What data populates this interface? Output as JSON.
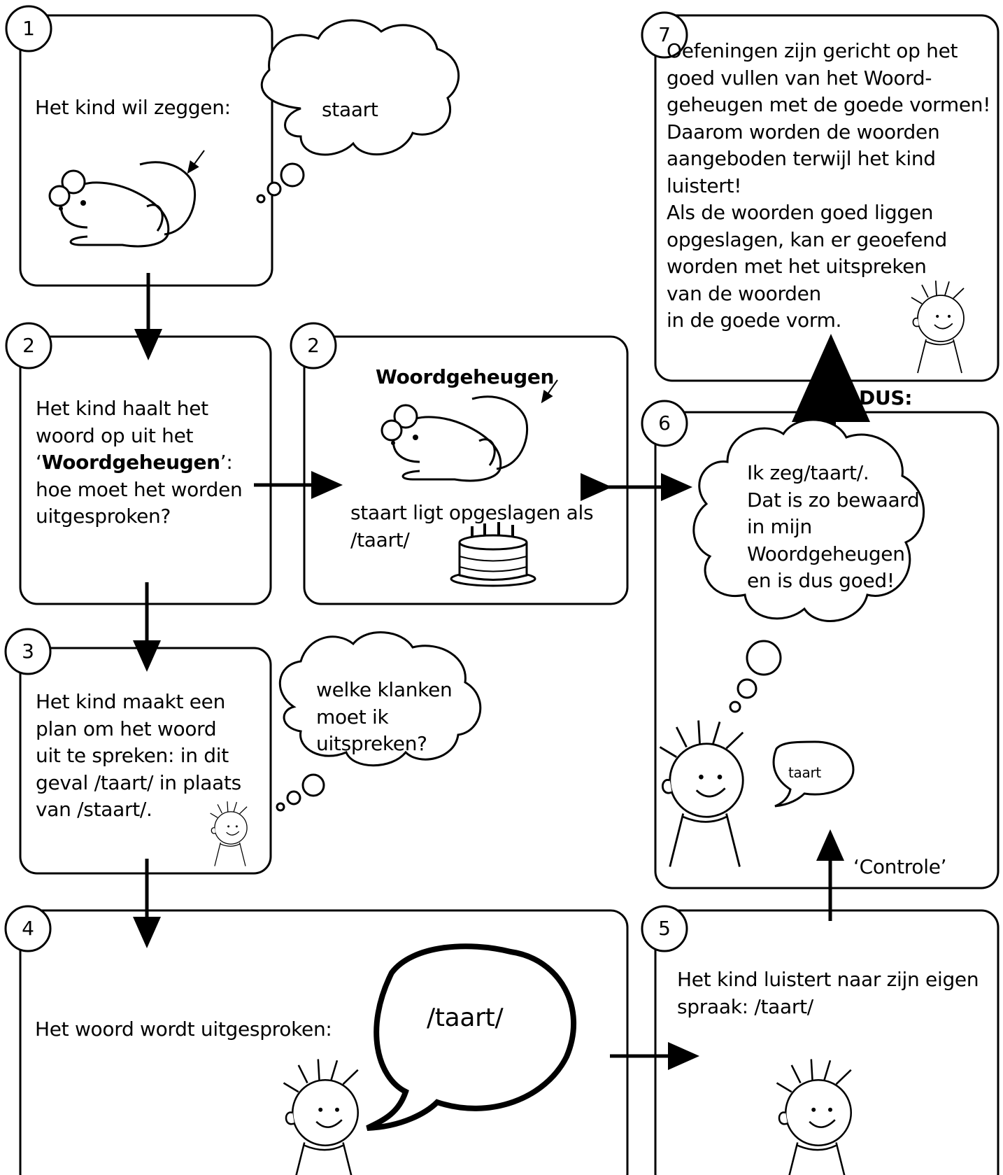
{
  "steps": {
    "s1": {
      "number": "1",
      "text": "Het kind wil zeggen:",
      "thought": "staart"
    },
    "s2a": {
      "number": "2",
      "pre": "Het kind haalt het\nwoord op uit het\n‘",
      "bold": "Woordgeheugen",
      "post": "’:\nhoe moet het worden\nuitgesproken?"
    },
    "s2b": {
      "number": "2",
      "title": "Woordgeheugen",
      "text": "staart ligt opgeslagen als\n/taart/"
    },
    "s3": {
      "number": "3",
      "text": "Het kind maakt een\nplan om het woord\nuit te spreken: in dit\ngeval /taart/ in plaats\nvan /staart/.",
      "thought": "welke klanken\nmoet ik\nuitspreken?"
    },
    "s4": {
      "number": "4",
      "text": "Het woord wordt uitgesproken:",
      "speech": "/taart/"
    },
    "s5": {
      "number": "5",
      "text": "Het kind luistert naar zijn eigen\nspraak: /taart/"
    },
    "s6": {
      "number": "6",
      "thought": "Ik zeg/taart/.\nDat is zo bewaard\nin mijn\nWoordgeheugen\nen is dus goed!",
      "speech": "taart"
    },
    "s7": {
      "number": "7",
      "text": "    Oefeningen zijn gericht op het\ngoed vullen van het Woord-\ngeheugen met de goede vormen!\nDaarom worden de woorden\naangeboden terwijl het kind\nluistert!\nAls de woorden goed liggen\nopgeslagen, kan er geoefend\nworden met het uitspreken\nvan de woorden\nin de goede vorm."
    }
  },
  "labels": {
    "dus": "DUS:",
    "controle": "‘Controle’"
  },
  "icons": [
    "mouse-icon",
    "cake-icon",
    "child-icon",
    "thought-bubble-icon",
    "speech-bubble-icon",
    "arrow-icon"
  ]
}
